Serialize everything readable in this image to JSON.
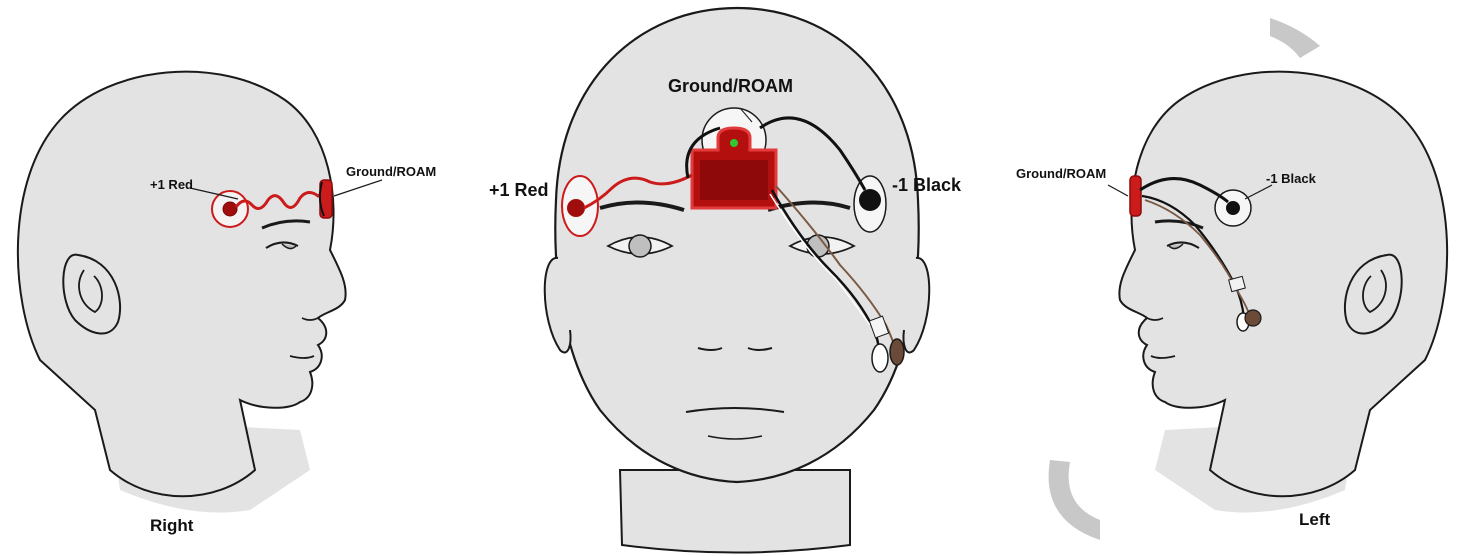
{
  "panels": {
    "right": {
      "view_label": "Right",
      "electrodes": {
        "positive": "+1 Red",
        "ground": "Ground/ROAM"
      }
    },
    "front": {
      "electrodes": {
        "positive": "+1 Red",
        "ground": "Ground/ROAM",
        "negative": "-1 Black"
      }
    },
    "left": {
      "view_label": "Left",
      "electrodes": {
        "ground": "Ground/ROAM",
        "negative": "-1 Black"
      }
    }
  },
  "colors": {
    "skin": "#e3e3e3",
    "outline": "#1a1a1a",
    "red_electrode": "#cc1b1b",
    "red_dark": "#8e0a0a",
    "black_electrode": "#111111",
    "brown_clip": "#6b4a38",
    "watermark_grey": "#c8c8c8"
  }
}
